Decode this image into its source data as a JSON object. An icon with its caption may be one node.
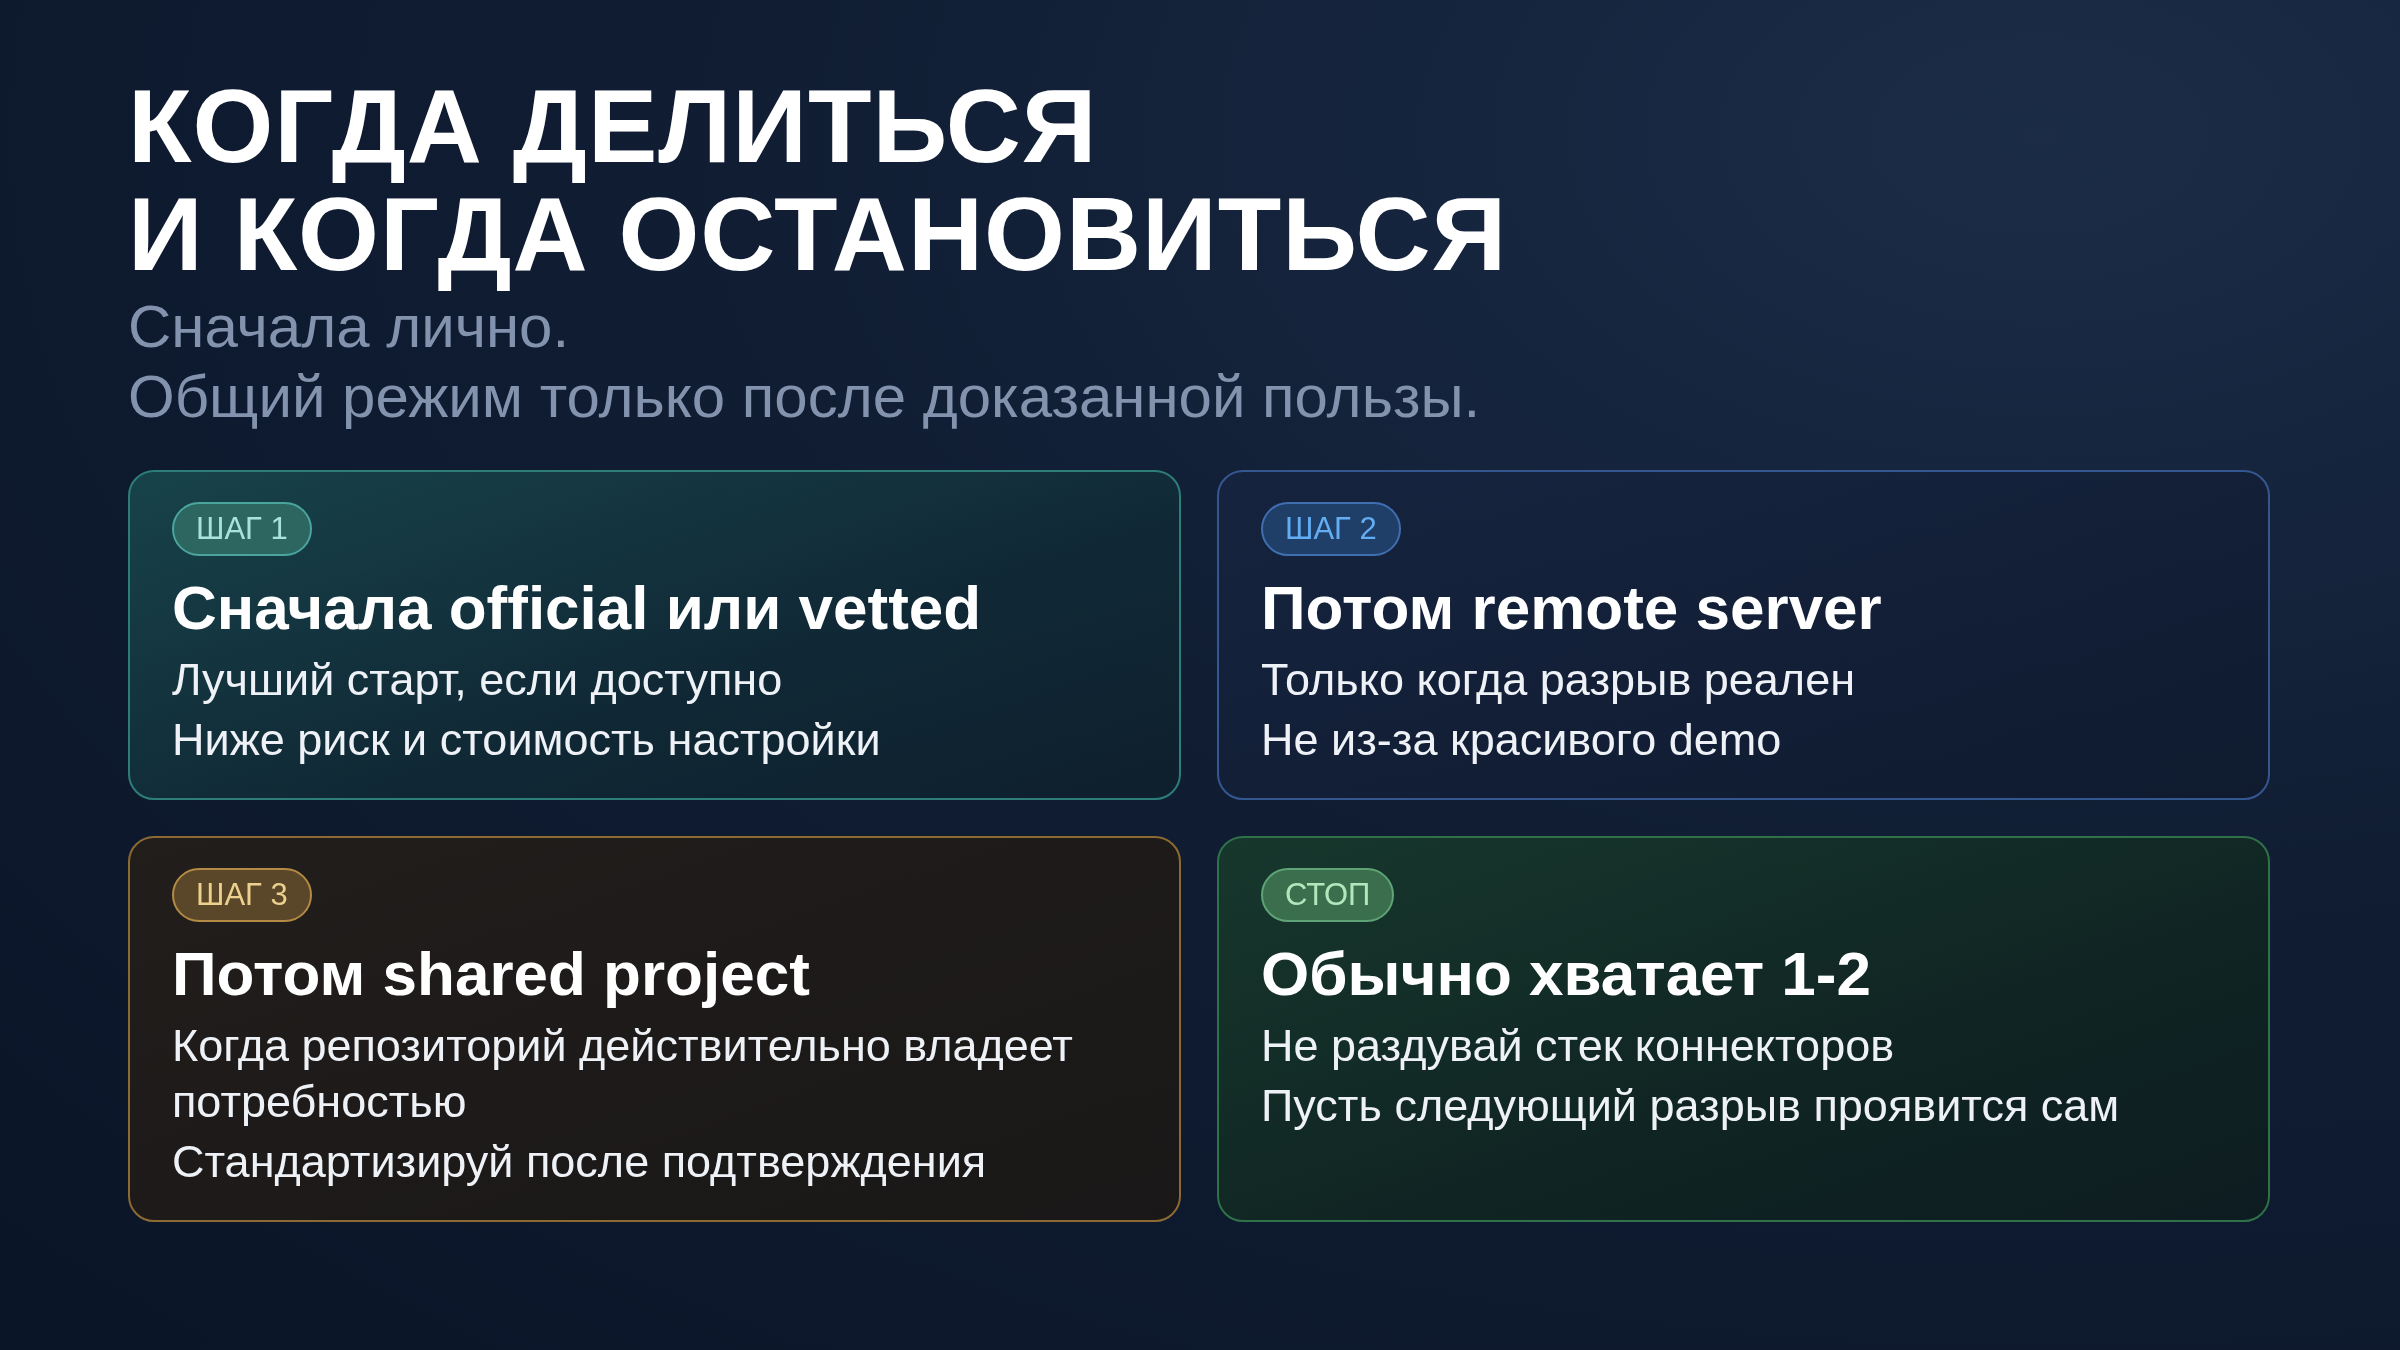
{
  "diagram": {
    "title": "КОГДА ДЕЛИТЬСЯ И КОГДА ОСТАНОВИТЬСЯ",
    "nodes": [
      {
        "text": [
          "Сначала official или vetted",
          "Лучший старт, если доступно",
          "Ниже риск и стоимость настройки"
        ]
      },
      {
        "text": [
          "ШАГ 1"
        ],
        "in": 0
      },
      {
        "text": [
          "Потом remote server",
          "Только когда разрыв реален",
          "Не из-за красивого demo"
        ]
      },
      {
        "text": [
          "ШАГ 2"
        ],
        "in": 2
      },
      {
        "text": [
          "Потом shared project",
          "Когда репозиторий действительно владеет потребностью",
          "Стандартизируй после подтверждения"
        ]
      },
      {
        "text": [
          "ШАГ 3"
        ],
        "in": 4
      },
      {
        "text": [
          "Обычно хватает 1-2",
          "Не раздувай стек коннекторов",
          "Пусть следующий разрыв проявится сам"
        ]
      },
      {
        "text": [
          "СТОП"
        ],
        "in": 6
      }
    ],
    "labels": [
      "Сначала лично.",
      "Общий режим только после доказанной пользы."
    ]
  }
}
